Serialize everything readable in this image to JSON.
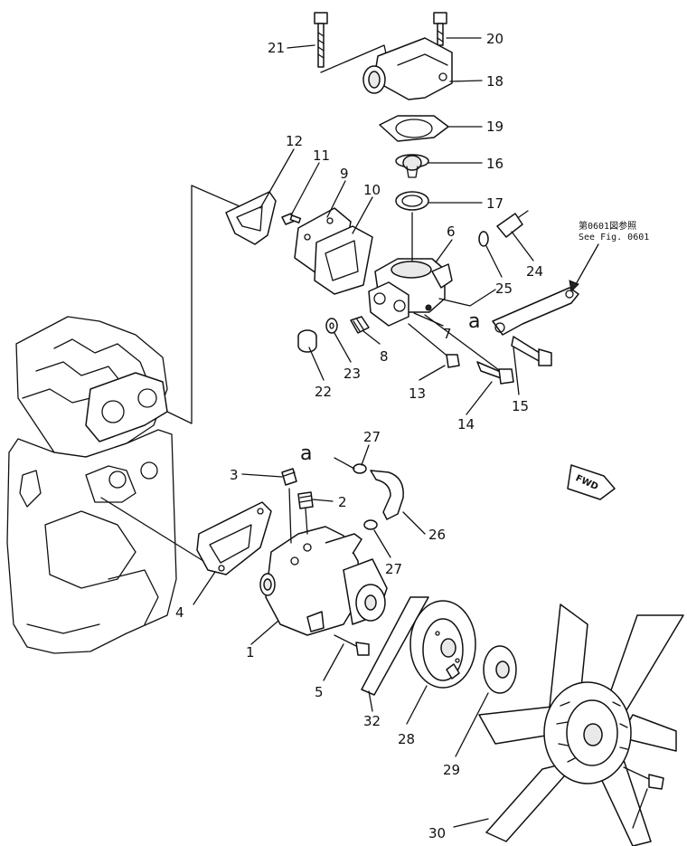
{
  "diagram": {
    "callouts": [
      "1",
      "2",
      "3",
      "4",
      "5",
      "6",
      "7",
      "8",
      "9",
      "10",
      "11",
      "12",
      "13",
      "14",
      "15",
      "16",
      "17",
      "18",
      "19",
      "20",
      "21",
      "22",
      "23",
      "24",
      "25",
      "26",
      "27",
      "28",
      "29",
      "30",
      "32"
    ],
    "markers": {
      "a": "a"
    },
    "reference_note": {
      "line1": "第0601図参照",
      "line2": "See Fig. 0601"
    },
    "direction_sign": "FWD"
  }
}
